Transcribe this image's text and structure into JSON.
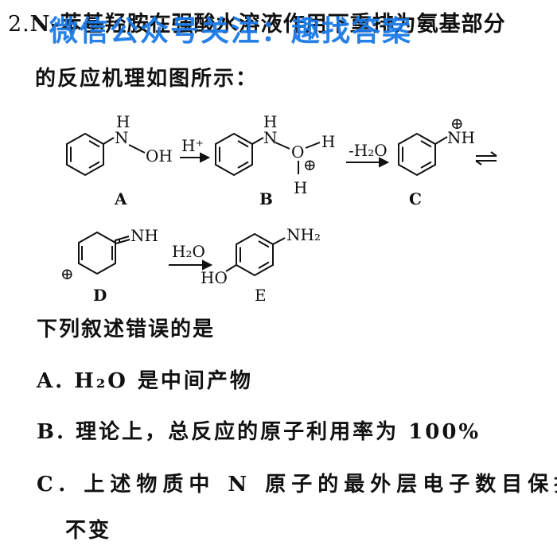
{
  "question": {
    "number": "2.",
    "line1": "N-苯基羟胺在强酸水溶液作用下重排为氨基部分",
    "line2": "的反应机理如图所示：",
    "stem": "下列叙述错误的是",
    "options": {
      "a": "A. H₂O 是中间产物",
      "b": "B. 理论上，总反应的原子利用率为 100%",
      "c": "C. 上述物质中 N 原子的最外层电子数目保持",
      "c_cont": "不变"
    }
  },
  "watermark": "微信公众号关注：趣找答案",
  "scheme": {
    "labels": {
      "a": "A",
      "b": "B",
      "c": "C",
      "d": "D",
      "e": "E"
    },
    "atoms": {
      "a_h": "H",
      "a_n": "N",
      "a_oh": "OH",
      "b_h_top": "H",
      "b_n": "N",
      "b_o": "O",
      "b_h_right": "H",
      "b_h_bottom": "H",
      "c_nh": "NH",
      "d_nh": "NH",
      "e_nh2": "NH₂",
      "e_ho": "HO"
    },
    "charges": {
      "b": "⊕",
      "c": "⊕",
      "d": "⊕"
    },
    "reagents": {
      "step1": "H⁺",
      "step2": "-H₂O",
      "step4": "H₂O"
    },
    "equilibrium": "⇌"
  }
}
